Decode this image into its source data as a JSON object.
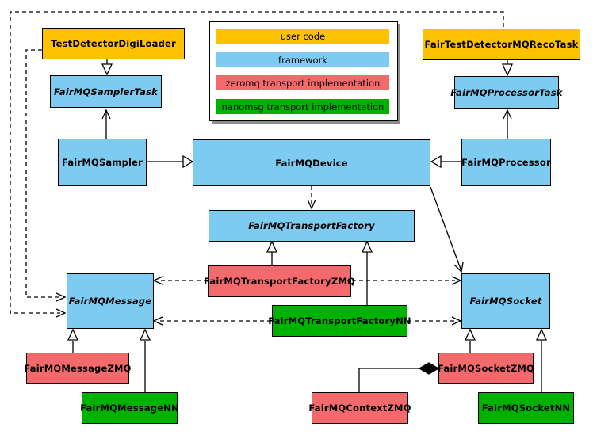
{
  "palette": {
    "user-code": "#FCC200",
    "framework": "#7DCBF0",
    "zeromq": "#F4696C",
    "nanomsg": "#00B200",
    "line": "#000000",
    "legend-shadow": "#8C8C8C"
  },
  "legend": {
    "items": [
      {
        "label": "user code",
        "category": "user-code"
      },
      {
        "label": "framework",
        "category": "framework"
      },
      {
        "label": "zeromq transport implementation",
        "category": "zeromq"
      },
      {
        "label": "nanomsg transport implementation",
        "category": "nanomsg"
      }
    ]
  },
  "nodes": {
    "testDetectorDigiLoader": {
      "label": "TestDetectorDigiLoader",
      "category": "user-code",
      "abstract": false
    },
    "fairTestDetectorMQRecoTask": {
      "label": "FairTestDetectorMQRecoTask",
      "category": "user-code",
      "abstract": false
    },
    "fairMQSamplerTask": {
      "label": "FairMQSamplerTask",
      "category": "framework",
      "abstract": true
    },
    "fairMQProcessorTask": {
      "label": "FairMQProcessorTask",
      "category": "framework",
      "abstract": true
    },
    "fairMQSampler": {
      "label": "FairMQSampler",
      "category": "framework",
      "abstract": false
    },
    "fairMQDevice": {
      "label": "FairMQDevice",
      "category": "framework",
      "abstract": false
    },
    "fairMQProcessor": {
      "label": "FairMQProcessor",
      "category": "framework",
      "abstract": false
    },
    "fairMQTransportFactory": {
      "label": "FairMQTransportFactory",
      "category": "framework",
      "abstract": true
    },
    "fairMQTransportFactoryZMQ": {
      "label": "FairMQTransportFactoryZMQ",
      "category": "zeromq",
      "abstract": false
    },
    "fairMQTransportFactoryNN": {
      "label": "FairMQTransportFactoryNN",
      "category": "nanomsg",
      "abstract": false
    },
    "fairMQMessage": {
      "label": "FairMQMessage",
      "category": "framework",
      "abstract": true
    },
    "fairMQSocket": {
      "label": "FairMQSocket",
      "category": "framework",
      "abstract": true
    },
    "fairMQMessageZMQ": {
      "label": "FairMQMessageZMQ",
      "category": "zeromq",
      "abstract": false
    },
    "fairMQMessageNN": {
      "label": "FairMQMessageNN",
      "category": "nanomsg",
      "abstract": false
    },
    "fairMQSocketZMQ": {
      "label": "FairMQSocketZMQ",
      "category": "zeromq",
      "abstract": false
    },
    "fairMQSocketNN": {
      "label": "FairMQSocketNN",
      "category": "nanomsg",
      "abstract": false
    },
    "fairMQContextZMQ": {
      "label": "FairMQContextZMQ",
      "category": "zeromq",
      "abstract": false
    }
  },
  "edges": [
    {
      "from": "TestDetectorDigiLoader",
      "to": "FairMQSamplerTask",
      "type": "generalization",
      "style": "solid"
    },
    {
      "from": "FairTestDetectorMQRecoTask",
      "to": "FairMQProcessorTask",
      "type": "generalization",
      "style": "solid"
    },
    {
      "from": "FairMQSampler",
      "to": "FairMQSamplerTask",
      "type": "association",
      "style": "solid"
    },
    {
      "from": "FairMQProcessor",
      "to": "FairMQProcessorTask",
      "type": "association",
      "style": "solid"
    },
    {
      "from": "FairMQSampler",
      "to": "FairMQDevice",
      "type": "generalization",
      "style": "solid"
    },
    {
      "from": "FairMQProcessor",
      "to": "FairMQDevice",
      "type": "generalization",
      "style": "solid"
    },
    {
      "from": "FairMQDevice",
      "to": "FairMQTransportFactory",
      "type": "dependency",
      "style": "dashed"
    },
    {
      "from": "FairMQDevice",
      "to": "FairMQSocket",
      "type": "association",
      "style": "solid"
    },
    {
      "from": "FairMQTransportFactoryZMQ",
      "to": "FairMQTransportFactory",
      "type": "generalization",
      "style": "solid"
    },
    {
      "from": "FairMQTransportFactoryNN",
      "to": "FairMQTransportFactory",
      "type": "generalization",
      "style": "solid"
    },
    {
      "from": "FairMQTransportFactoryZMQ",
      "to": "FairMQMessage",
      "type": "dependency",
      "style": "dashed"
    },
    {
      "from": "FairMQTransportFactoryZMQ",
      "to": "FairMQSocket",
      "type": "dependency",
      "style": "dashed"
    },
    {
      "from": "FairMQTransportFactoryNN",
      "to": "FairMQMessage",
      "type": "dependency",
      "style": "dashed"
    },
    {
      "from": "FairMQTransportFactoryNN",
      "to": "FairMQSocket",
      "type": "dependency",
      "style": "dashed"
    },
    {
      "from": "TestDetectorDigiLoader",
      "to": "FairMQMessage",
      "type": "dependency",
      "style": "dashed"
    },
    {
      "from": "FairTestDetectorMQRecoTask",
      "to": "FairMQMessage",
      "type": "dependency",
      "style": "dashed"
    },
    {
      "from": "FairMQMessageZMQ",
      "to": "FairMQMessage",
      "type": "generalization",
      "style": "solid"
    },
    {
      "from": "FairMQMessageNN",
      "to": "FairMQMessage",
      "type": "generalization",
      "style": "solid"
    },
    {
      "from": "FairMQSocketZMQ",
      "to": "FairMQSocket",
      "type": "generalization",
      "style": "solid"
    },
    {
      "from": "FairMQSocketNN",
      "to": "FairMQSocket",
      "type": "generalization",
      "style": "solid"
    },
    {
      "from": "FairMQContextZMQ",
      "to": "FairMQSocketZMQ",
      "type": "composition",
      "style": "solid"
    }
  ]
}
